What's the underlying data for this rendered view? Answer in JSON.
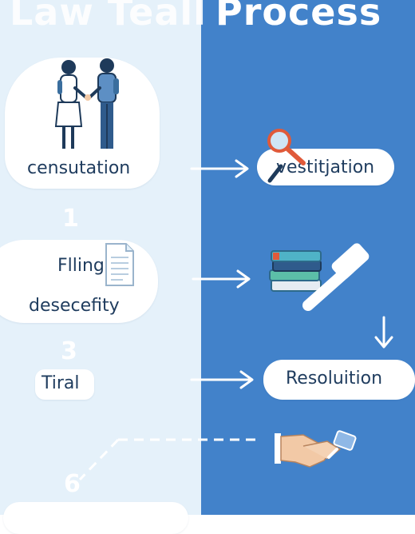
{
  "titles": {
    "left": "Law Teall",
    "right": "Process"
  },
  "steps": {
    "consultation": {
      "label": "censutation",
      "icon": "handshake-people-icon"
    },
    "investigation": {
      "label": "vestitjation",
      "icon": "magnifier-icon"
    },
    "filing": {
      "label": "Flling",
      "icon": "document-icon"
    },
    "discovery": {
      "label": "desecefity"
    },
    "gavel": {
      "icon": "gavel-books-icon"
    },
    "trial": {
      "label": "Tiral"
    },
    "resolution": {
      "label": "Resoluition"
    },
    "settlement": {
      "icon": "handshake-icon"
    }
  },
  "numbers": {
    "one": "1",
    "three": "3",
    "six": "6"
  },
  "colors": {
    "left_panel": "#e5f1fa",
    "right_panel": "#4282ca",
    "pill": "#ffffff",
    "text": "#1f3c5e"
  }
}
